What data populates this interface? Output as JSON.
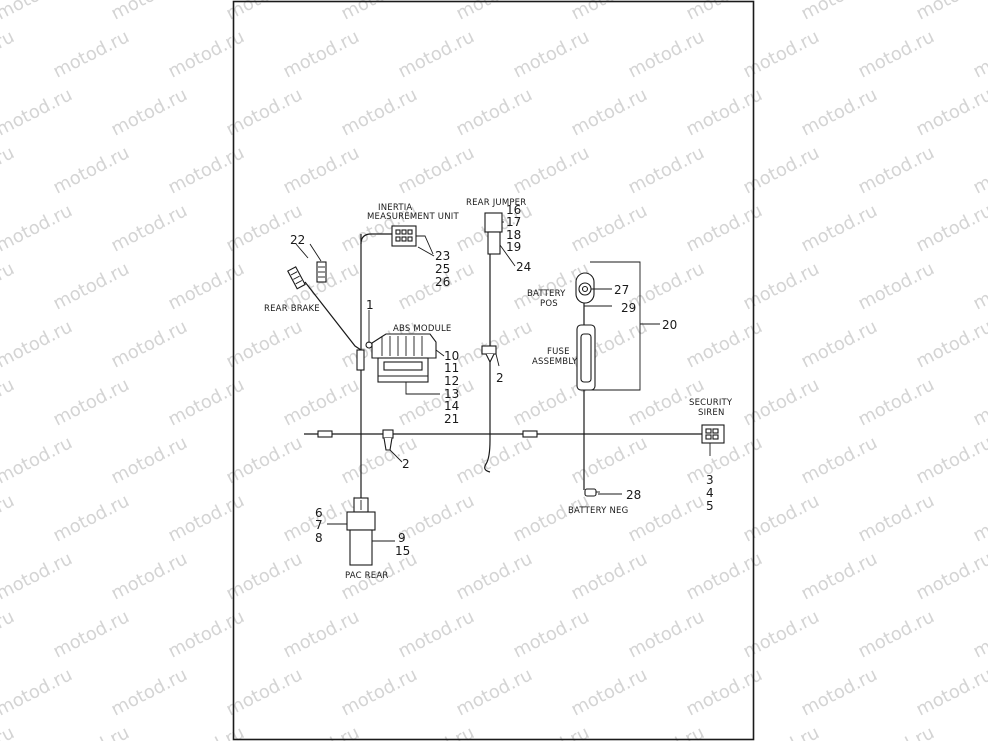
{
  "watermark": "motod.ru",
  "labels": {
    "rear_jumper": "REAR JUMPER",
    "inertia_line1": "INERTIA",
    "inertia_line2": "MEASUREMENT UNIT",
    "rear_brake": "REAR BRAKE",
    "abs_module": "ABS MODULE",
    "battery_pos_line1": "BATTERY",
    "battery_pos_line2": "POS",
    "fuse_line1": "FUSE",
    "fuse_line2": "ASSEMBLY",
    "security_line1": "SECURITY",
    "security_line2": "SIREN",
    "battery_neg": "BATTERY  NEG",
    "pac_rear": "PAC REAR"
  },
  "callouts": {
    "n1": "1",
    "n2a": "2",
    "n2b": "2",
    "n3": "3",
    "n4": "4",
    "n5": "5",
    "n6": "6",
    "n7": "7",
    "n8": "8",
    "n9": "9",
    "n10": "10",
    "n11": "11",
    "n12": "12",
    "n13": "13",
    "n14": "14",
    "n15": "15",
    "n16": "16",
    "n17": "17",
    "n18": "18",
    "n19": "19",
    "n20": "20",
    "n21": "21",
    "n22": "22",
    "n23": "23",
    "n24": "24",
    "n25": "25",
    "n26": "26",
    "n27": "27",
    "n28": "28",
    "n29": "29"
  }
}
